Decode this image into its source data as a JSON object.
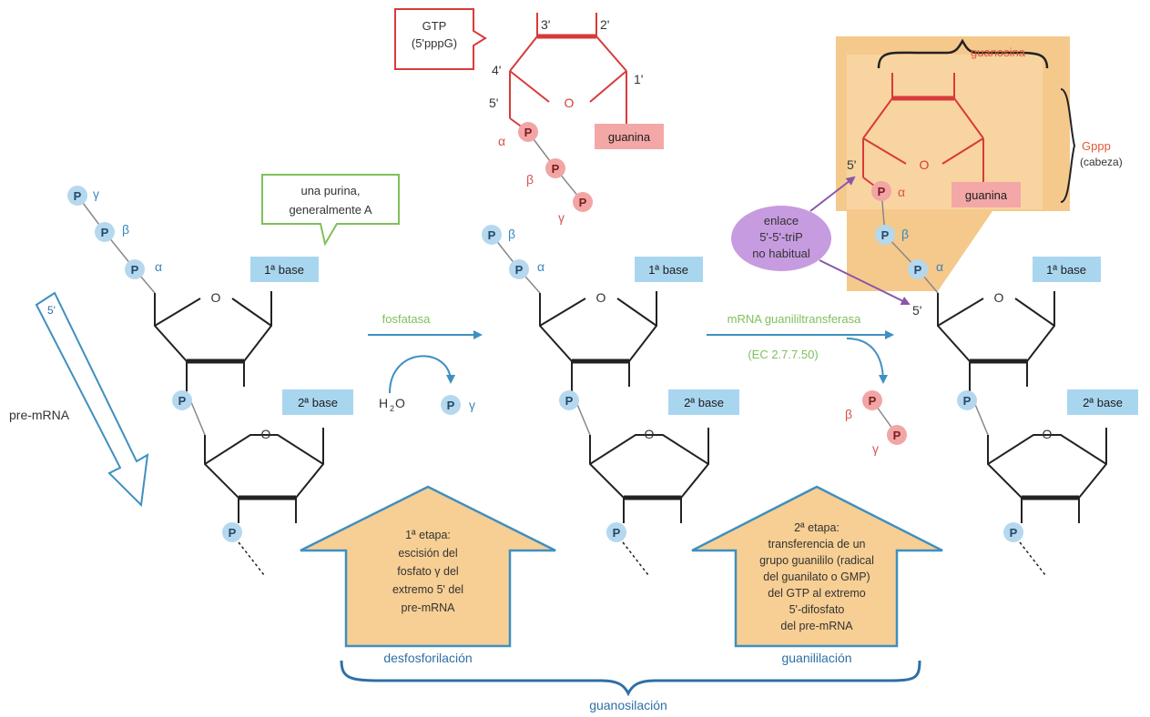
{
  "gtp_callout": [
    "GTP",
    "(5'pppG)"
  ],
  "carbons": {
    "c1": "1'",
    "c2": "2'",
    "c3": "3'",
    "c4": "4'",
    "c5": "5'"
  },
  "ring_o": "O",
  "guanine": "guanina",
  "phosphate": "P",
  "greek": {
    "alpha": "α",
    "beta": "β",
    "gamma": "γ"
  },
  "purine_callout": [
    "una purina,",
    "generalmente A"
  ],
  "base1": "1ª base",
  "base2": "2ª base",
  "pre_mrna": "pre-mRNA",
  "five_prime": "5'",
  "enzyme1": "fosfatasa",
  "water": "H",
  "water_sub": "2",
  "water_o": "O",
  "enzyme2": [
    "mRNA guanililtransferasa",
    "(EC 2.7.7.50)"
  ],
  "guanosine": "guanosina",
  "gppp": [
    "Gppp",
    "(cabeza)"
  ],
  "bond_callout": [
    "enlace",
    "5'-5'-triP",
    "no habitual"
  ],
  "stage1": [
    "1ª etapa:",
    "escisión del",
    "fosfato γ del",
    "extremo 5' del",
    "pre-mRNA"
  ],
  "stage2": [
    "2ª etapa:",
    "transferencia de un",
    "grupo guanililo (radical",
    "del guanilato o GMP)",
    "del GTP al extremo",
    "5'-difosfato",
    "del pre-mRNA"
  ],
  "step1": "desfosforilación",
  "step2": "guanililación",
  "overall": "guanosilación",
  "colors": {
    "phosphate_blue": "#b5d8ee",
    "phosphate_red": "#f2a5a5",
    "base_box": "#a9d6ef",
    "stage_box": "#f7cf94",
    "cap_bg": "#f5c98c",
    "enzyme_green": "#7fc05a",
    "label_blue": "#2f6fa6",
    "bond_purple": "#b57fcf"
  }
}
